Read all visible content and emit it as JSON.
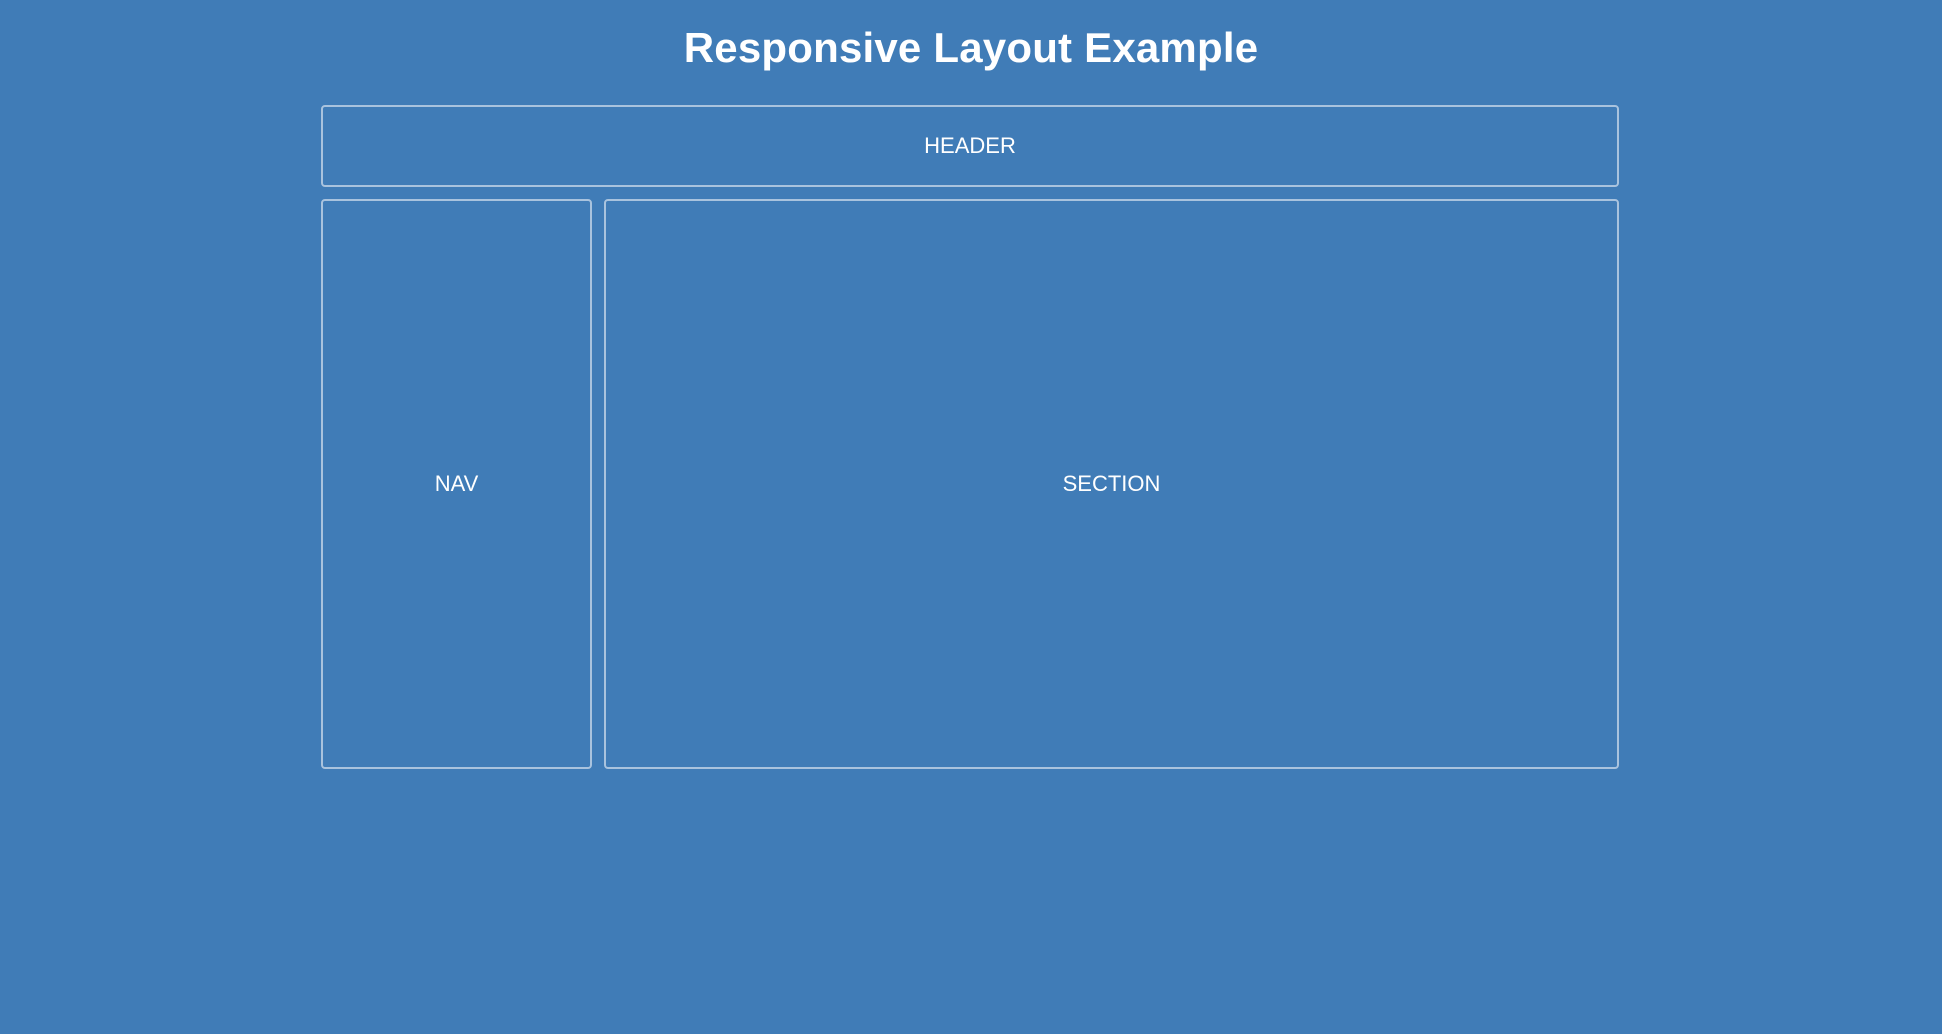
{
  "page": {
    "title": "Responsive Layout Example",
    "background_color": "#407cb7",
    "border_color": "#a9c3de"
  },
  "layout": {
    "header_label": "HEADER",
    "nav_label": "NAV",
    "section_label": "SECTION"
  }
}
